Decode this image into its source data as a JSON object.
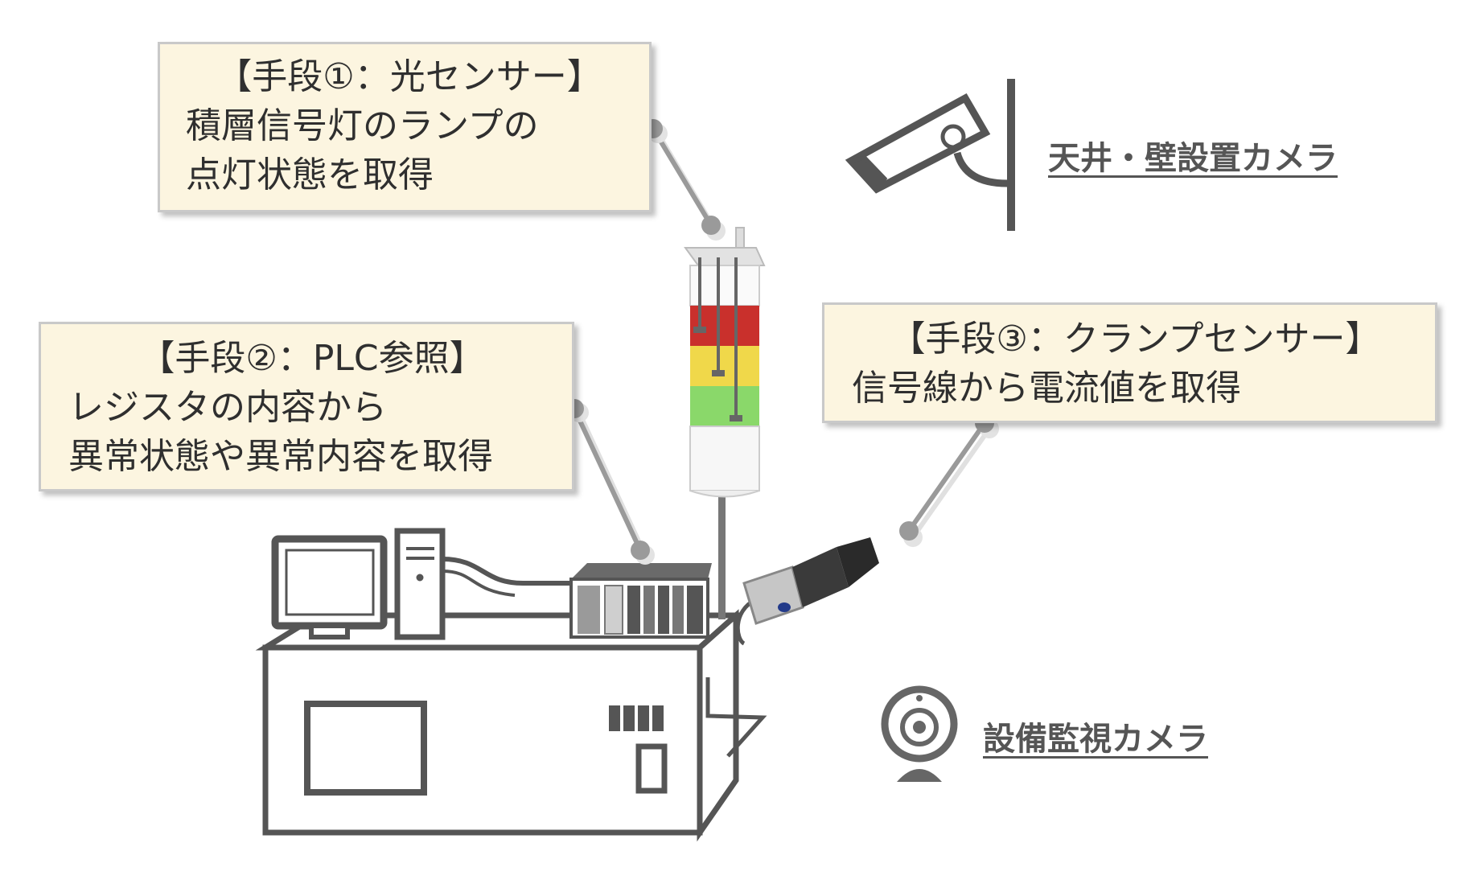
{
  "callouts": [
    {
      "heading": "【手段①：光センサー】",
      "lines": [
        "積層信号灯のランプの",
        "点灯状態を取得"
      ]
    },
    {
      "heading": "【手段②：PLC参照】",
      "lines": [
        "レジスタの内容から",
        "異常状態や異常内容を取得"
      ]
    },
    {
      "heading": "【手段③：クランプセンサー】",
      "lines": [
        "信号線から電流値を取得"
      ]
    }
  ],
  "cameras": {
    "ceiling_label": "天井・壁設置カメラ",
    "monitor_label": "設備監視カメラ"
  },
  "colors": {
    "callout_bg": "#fcf5e0",
    "lamp_red": "#c9302c",
    "lamp_yellow": "#f0d84a",
    "lamp_green": "#8ad86a",
    "equipment_gray": "#555555"
  },
  "icons": [
    "ceiling-camera-icon",
    "webcam-icon",
    "signal-tower-icon",
    "clamp-sensor-icon",
    "pc-icon",
    "plc-icon",
    "machine-icon"
  ]
}
